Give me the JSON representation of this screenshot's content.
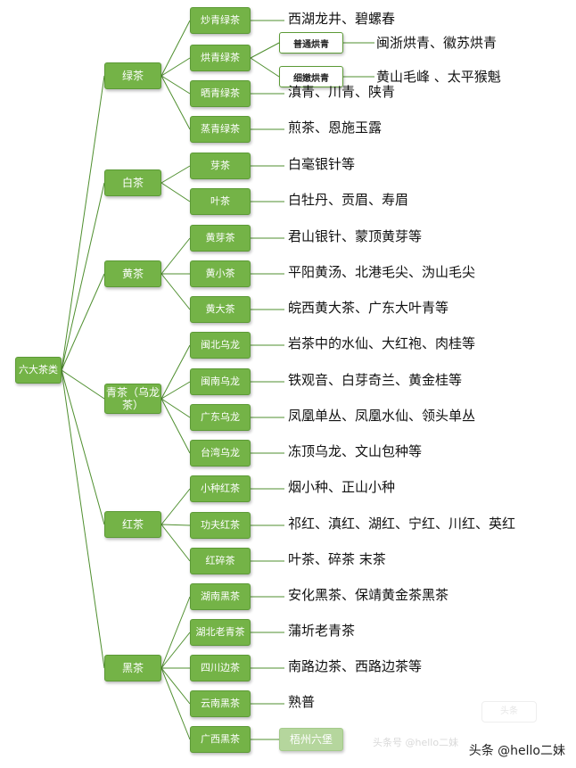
{
  "root": {
    "label": "六大茶类"
  },
  "categories": [
    {
      "label": "绿茶",
      "subs": [
        {
          "label": "炒青绿茶",
          "text": "西湖龙井、碧螺春"
        },
        {
          "label": "烘青绿茶",
          "methods": [
            {
              "label": "普通烘青",
              "text": "闽浙烘青、徽苏烘青"
            },
            {
              "label": "细嫩烘青",
              "text": "黄山毛峰 、太平猴魁"
            }
          ]
        },
        {
          "label": "晒青绿茶",
          "text": "滇青、川青、陕青"
        },
        {
          "label": "蒸青绿茶",
          "text": "煎茶、恩施玉露"
        }
      ]
    },
    {
      "label": "白茶",
      "subs": [
        {
          "label": "芽茶",
          "text": "白毫银针等"
        },
        {
          "label": "叶茶",
          "text": "白牡丹、贡眉、寿眉"
        }
      ]
    },
    {
      "label": "黄茶",
      "subs": [
        {
          "label": "黄芽茶",
          "text": "君山银针、蒙顶黄芽等"
        },
        {
          "label": "黄小茶",
          "text": "平阳黄汤、北港毛尖、沩山毛尖"
        },
        {
          "label": "黄大茶",
          "text": "皖西黄大茶、广东大叶青等"
        }
      ]
    },
    {
      "label": "青茶（乌龙茶）",
      "subs": [
        {
          "label": "闽北乌龙",
          "text": "岩茶中的水仙、大红袍、肉桂等"
        },
        {
          "label": "闽南乌龙",
          "text": "铁观音、白芽奇兰、黄金桂等"
        },
        {
          "label": "广东乌龙",
          "text": "凤凰单丛、凤凰水仙、领头单丛"
        },
        {
          "label": "台湾乌龙",
          "text": "冻顶乌龙、文山包种等"
        }
      ]
    },
    {
      "label": "红茶",
      "subs": [
        {
          "label": "小种红茶",
          "text": "烟小种、正山小种"
        },
        {
          "label": "功夫红茶",
          "text": "祁红、滇红、湖红、宁红、川红、英红"
        },
        {
          "label": "红碎茶",
          "text": "叶茶、碎茶 末茶"
        }
      ]
    },
    {
      "label": "黑茶",
      "subs": [
        {
          "label": "湖南黑茶",
          "text": "安化黑茶、保靖黄金茶黑茶"
        },
        {
          "label": "湖北老青茶",
          "text": "蒲圻老青茶"
        },
        {
          "label": "四川边茶",
          "text": "南路边茶、西路边茶等"
        },
        {
          "label": "云南黑茶",
          "text": "熟普"
        },
        {
          "label": "广西黑茶",
          "faded_box": "梧州六堡"
        }
      ]
    }
  ],
  "watermark": {
    "text": "头条号 @hello二妹",
    "logo": "头条"
  },
  "credit": "头条 @hello二妹",
  "colors": {
    "node": "#74b347",
    "node_border": "#5c9a36",
    "line": "#4f8f2f",
    "text": "#111111"
  }
}
